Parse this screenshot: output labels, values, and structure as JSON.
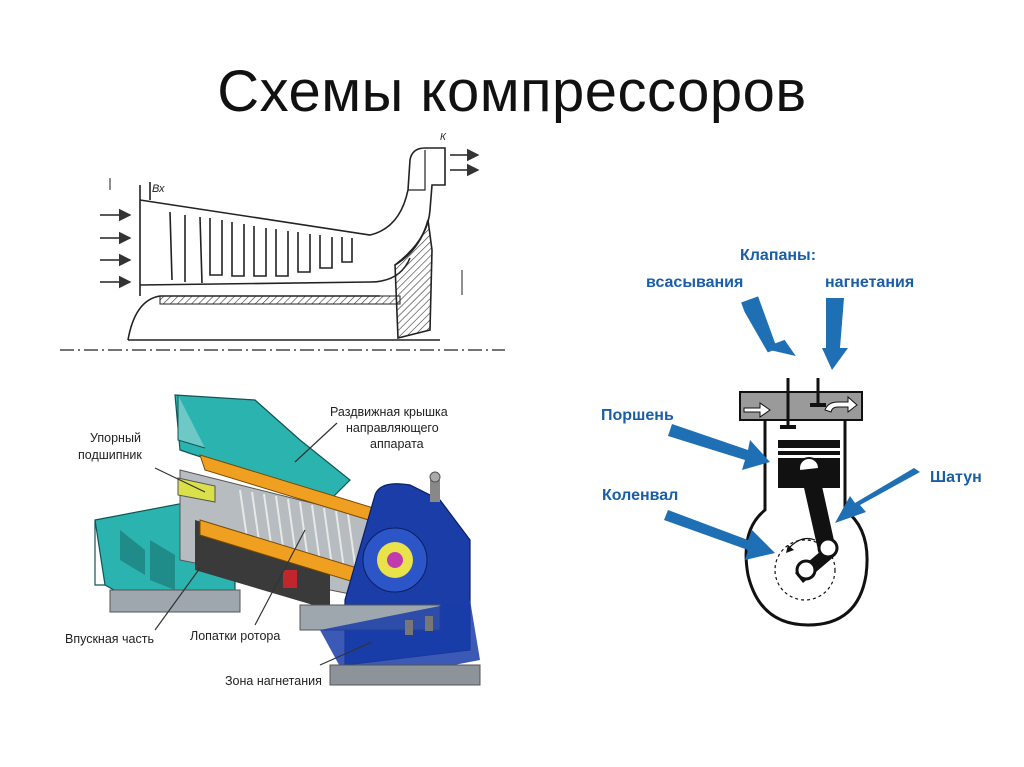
{
  "slide": {
    "title": "Схемы компрессоров"
  },
  "axial_section": {
    "inlet_label": "Вх",
    "outlet_label": "К"
  },
  "axial_3d": {
    "callouts": {
      "cover": [
        "Раздвижная крышка",
        "направляющего",
        "аппарата"
      ],
      "bearing": [
        "Упорный",
        "подшипник"
      ],
      "inlet": "Впускная часть",
      "blades": "Лопатки ротора",
      "discharge": "Зона нагнетания"
    }
  },
  "piston_scheme": {
    "valves_title": "Клапаны:",
    "suction": "всасывания",
    "discharge": "нагнетания",
    "piston": "Поршень",
    "rod": "Шатун",
    "crankshaft": "Коленвал"
  },
  "colors": {
    "callout_blue": "#1f6fb5",
    "label_blue": "#1a5ea8",
    "casing_teal": "#2bb3b0",
    "housing_blue": "#1a3da8",
    "rotor_orange": "#f0a020"
  }
}
